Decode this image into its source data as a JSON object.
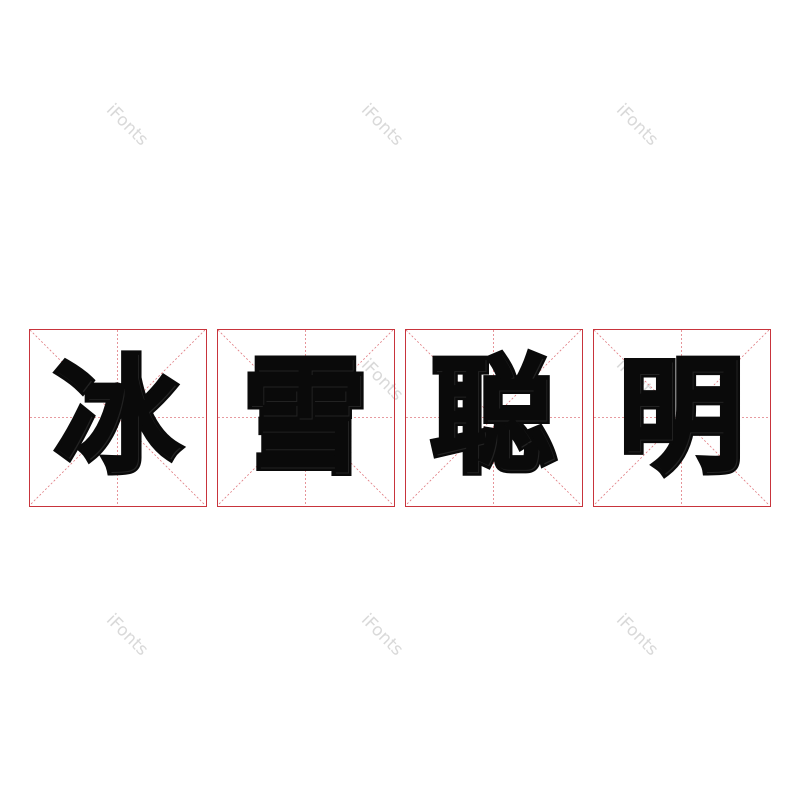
{
  "watermark": {
    "text": "iFonts",
    "color": "#d9d9d9"
  },
  "phrase": {
    "characters": [
      "冰",
      "雪",
      "聪",
      "明"
    ]
  },
  "grid": {
    "border_color": "#c8343c",
    "guide_style": "dotted diagonals and center cross"
  }
}
